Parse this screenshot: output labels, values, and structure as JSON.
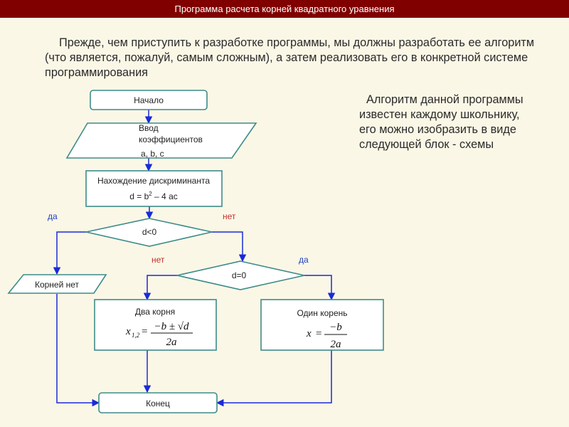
{
  "title": "Программа расчета корней квадратного уравнения",
  "intro_text": "Прежде, чем приступить к разработке программы, мы должны разработать ее алгоритм (что является, пожалуй, самым сложным), а затем реализовать его в конкретной системе программирования",
  "side_text": "Алгоритм данной программы известен каждому школьнику, его можно изобразить в виде следующей блок - схемы",
  "flowchart": {
    "start": "Начало",
    "input_line1": "Ввод",
    "input_line2": "коэффициентов",
    "input_vars": "a, b, c",
    "disc_line1": "Нахождение дискриминанта",
    "disc_formula_left": "d = b",
    "disc_formula_exp": "2",
    "disc_formula_right": " – 4 ac",
    "cond1": "d<0",
    "cond1_yes": "да",
    "cond1_no": "нет",
    "cond2": "d=0",
    "cond2_no": "нет",
    "cond2_yes": "да",
    "no_roots": "Корней нет",
    "two_roots": "Два корня",
    "one_root": "Один корень",
    "end": "Конец",
    "formula_two": {
      "x": "x",
      "sub": "1,2",
      "eq": "=",
      "numerator": "−b ± √d",
      "denominator": "2a"
    },
    "formula_one": {
      "x": "x",
      "eq": "=",
      "numerator": "−b",
      "denominator": "2a"
    }
  },
  "colors": {
    "title_bar": "#800000",
    "background": "#fbf7e6",
    "shape_border": "#3d8c8a",
    "connector": "#1a2ad8",
    "yes_label": "#2040c0",
    "no_label": "#c0302a"
  }
}
